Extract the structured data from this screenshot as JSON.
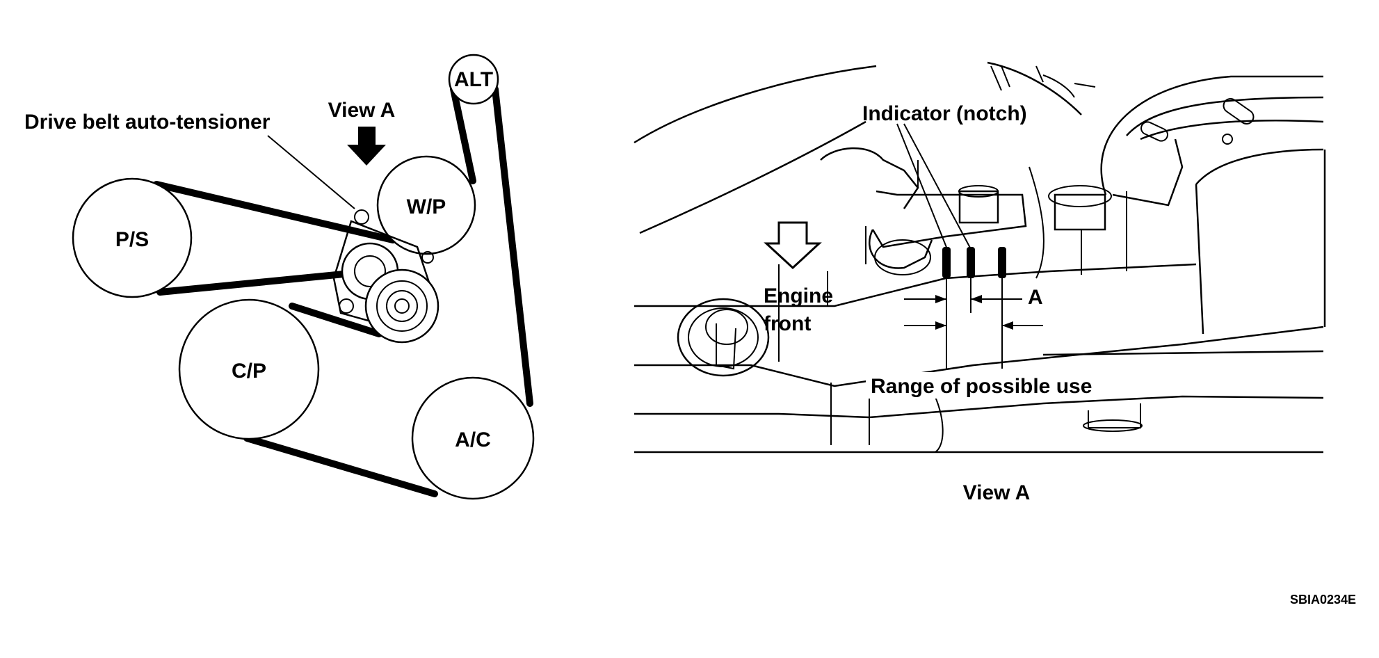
{
  "left_diagram": {
    "view_label": "View A",
    "tensioner_label": "Drive belt auto-tensioner",
    "pulleys": {
      "alt": "ALT",
      "wp": "W/P",
      "ps": "P/S",
      "cp": "C/P",
      "ac": "A/C"
    }
  },
  "right_diagram": {
    "indicator_label": "Indicator (notch)",
    "engine_front_line1": "Engine",
    "engine_front_line2": "front",
    "dimension_label": "A",
    "range_label": "Range of possible use",
    "caption": "View A"
  },
  "figure_code": "SBIA0234E",
  "colors": {
    "ink": "#000000",
    "paper": "#ffffff"
  }
}
